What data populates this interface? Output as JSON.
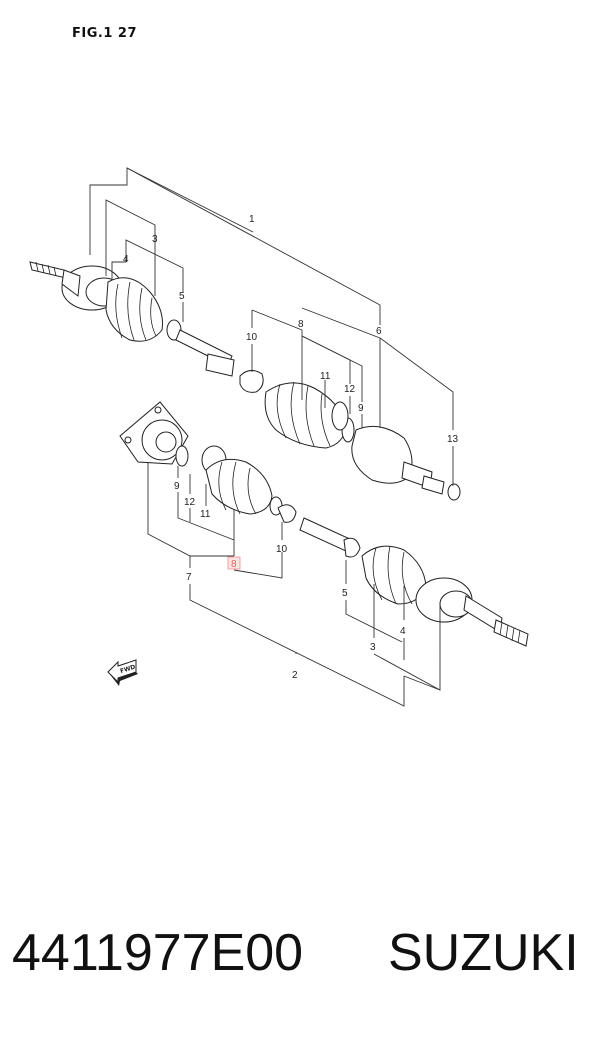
{
  "figure": {
    "title": "FIG.1 27"
  },
  "callouts": {
    "c1": "1",
    "c2": "2",
    "c3a": "3",
    "c3b": "3",
    "c4a": "4",
    "c4b": "4",
    "c5a": "5",
    "c5b": "5",
    "c6": "6",
    "c7": "7",
    "c8a": "8",
    "c8b": "8",
    "c9a": "9",
    "c9b": "9",
    "c10a": "10",
    "c10b": "10",
    "c11a": "11",
    "c11b": "11",
    "c12a": "12",
    "c12b": "12",
    "c13": "13"
  },
  "direction_label": "FWD",
  "footer": {
    "part_number": "4411977E00",
    "brand": "SUZUKI"
  },
  "colors": {
    "highlight": "#f28b8b",
    "line": "#222222"
  }
}
